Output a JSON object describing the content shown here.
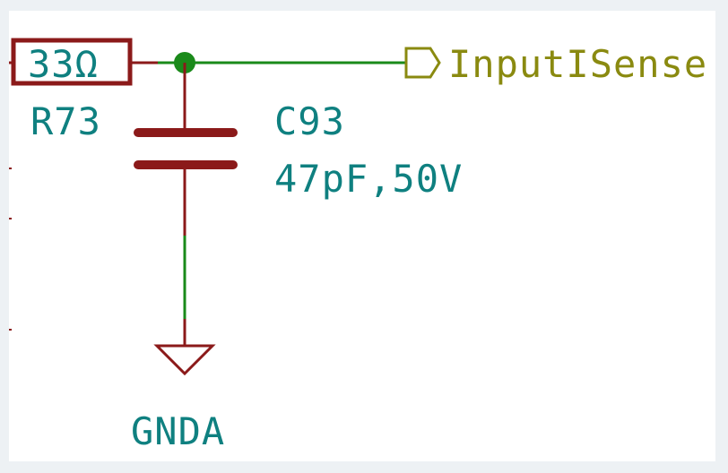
{
  "colors": {
    "component": "#8b1a1a",
    "wire": "#1a8a1a",
    "label_text": "#0f8080",
    "net_label": "#8a8a10",
    "junction": "#1a8a1a",
    "background": "#ffffff"
  },
  "resistor": {
    "value": "33Ω",
    "ref": "R73"
  },
  "capacitor": {
    "ref": "C93",
    "value": "47pF,50V"
  },
  "net_label": {
    "text": "InputISense"
  },
  "ground": {
    "label": "GNDA"
  }
}
